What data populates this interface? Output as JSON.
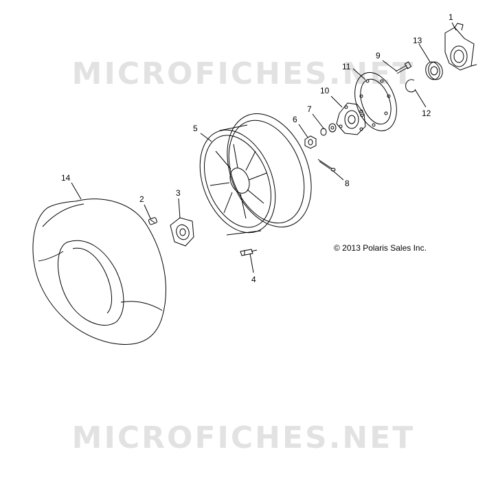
{
  "watermark": {
    "text": "MICROFICHES.NET"
  },
  "copyright": "© 2013 Polaris Sales Inc.",
  "callouts": [
    "1",
    "2",
    "3",
    "4",
    "5",
    "6",
    "7",
    "8",
    "9",
    "10",
    "11",
    "12",
    "13",
    "14"
  ],
  "colors": {
    "line": "#000000",
    "watermark": "#e2e2e2"
  }
}
